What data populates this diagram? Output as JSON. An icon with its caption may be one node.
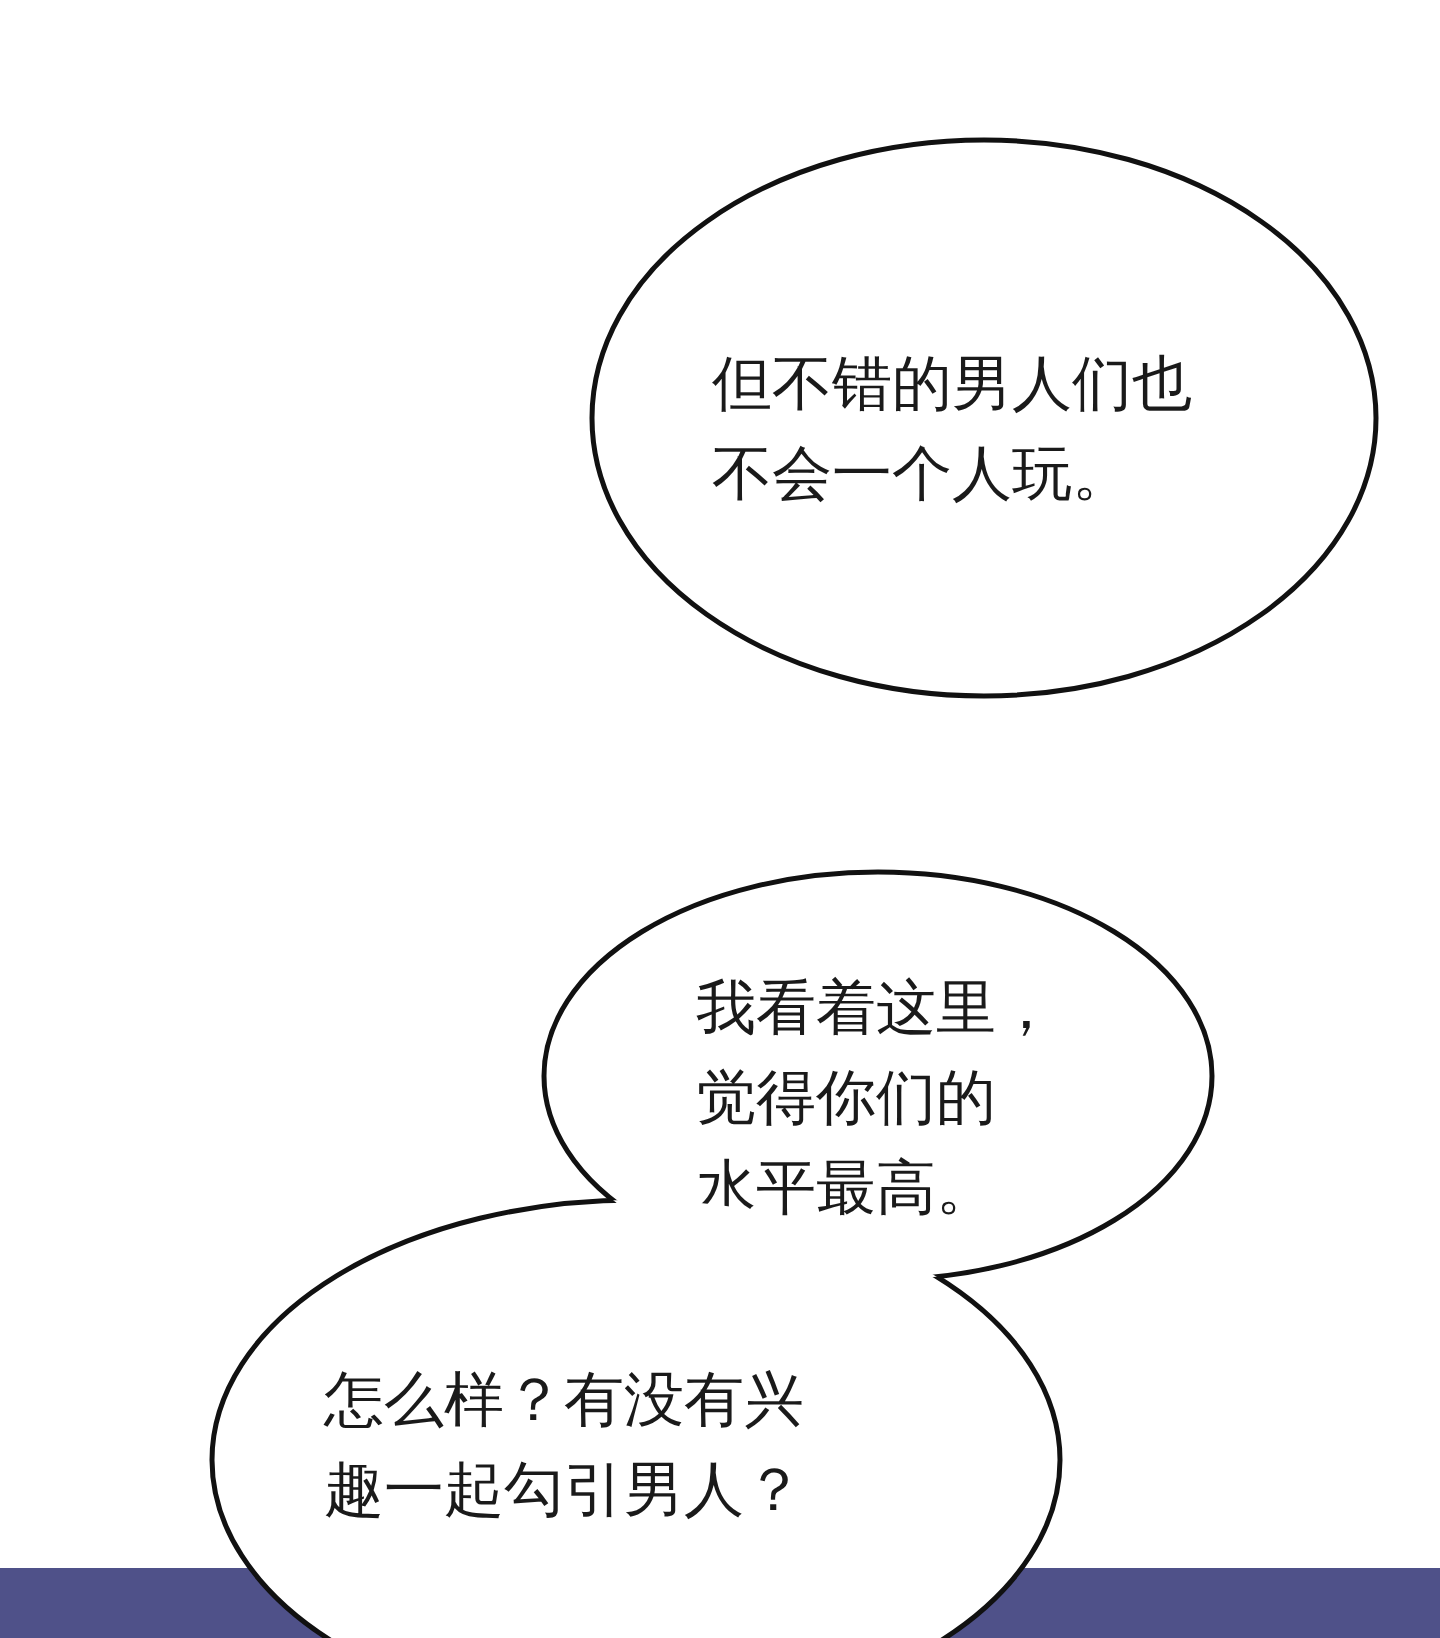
{
  "diagram": {
    "nodes": [
      {
        "text": [
          "但不错的男人们也不会一个人玩。"
        ]
      },
      {
        "text": [
          "我看着这里，觉得你们的水平最高。"
        ]
      },
      {
        "text": [
          "怎么样？有没有兴趣一起勾引男人？"
        ]
      }
    ],
    "edges": []
  }
}
